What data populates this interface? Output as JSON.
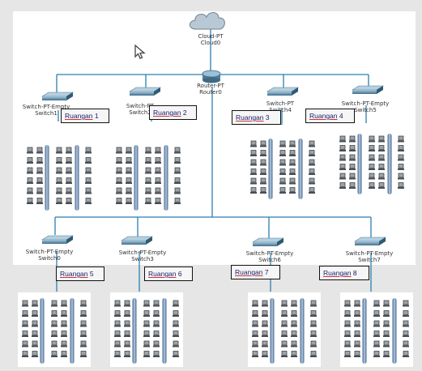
{
  "cloud": {
    "type": "Cloud-PT",
    "name": "Cloud0"
  },
  "router": {
    "type": "Router-PT",
    "name": "Router0"
  },
  "switches": [
    {
      "type": "Switch-PT-Empty",
      "name": "Switch1",
      "room": "Ruangan",
      "room_no": "1"
    },
    {
      "type": "Switch-PT",
      "name": "Switch2",
      "room": "Ruangan",
      "room_no": "2"
    },
    {
      "type": "Switch-PT",
      "name": "Switch4",
      "room": "Ruangan",
      "room_no": "3"
    },
    {
      "type": "Switch-PT-Empty",
      "name": "Switch5",
      "room": "Ruangan",
      "room_no": "4"
    },
    {
      "type": "Switch-PT-Empty",
      "name": "Switch0",
      "room": "Ruangan",
      "room_no": "5"
    },
    {
      "type": "Switch-PT-Empty",
      "name": "Switch3",
      "room": "Ruangan",
      "room_no": "6"
    },
    {
      "type": "Switch-PT-Empty",
      "name": "Switch6",
      "room": "Ruangan",
      "room_no": "7"
    },
    {
      "type": "Switch-PT-Empty",
      "name": "Switch7",
      "room": "Ruangan",
      "room_no": "8"
    }
  ],
  "colors": {
    "link": "#2b7fb0",
    "workspace": "#ffffff",
    "background": "#e6e6e6"
  }
}
